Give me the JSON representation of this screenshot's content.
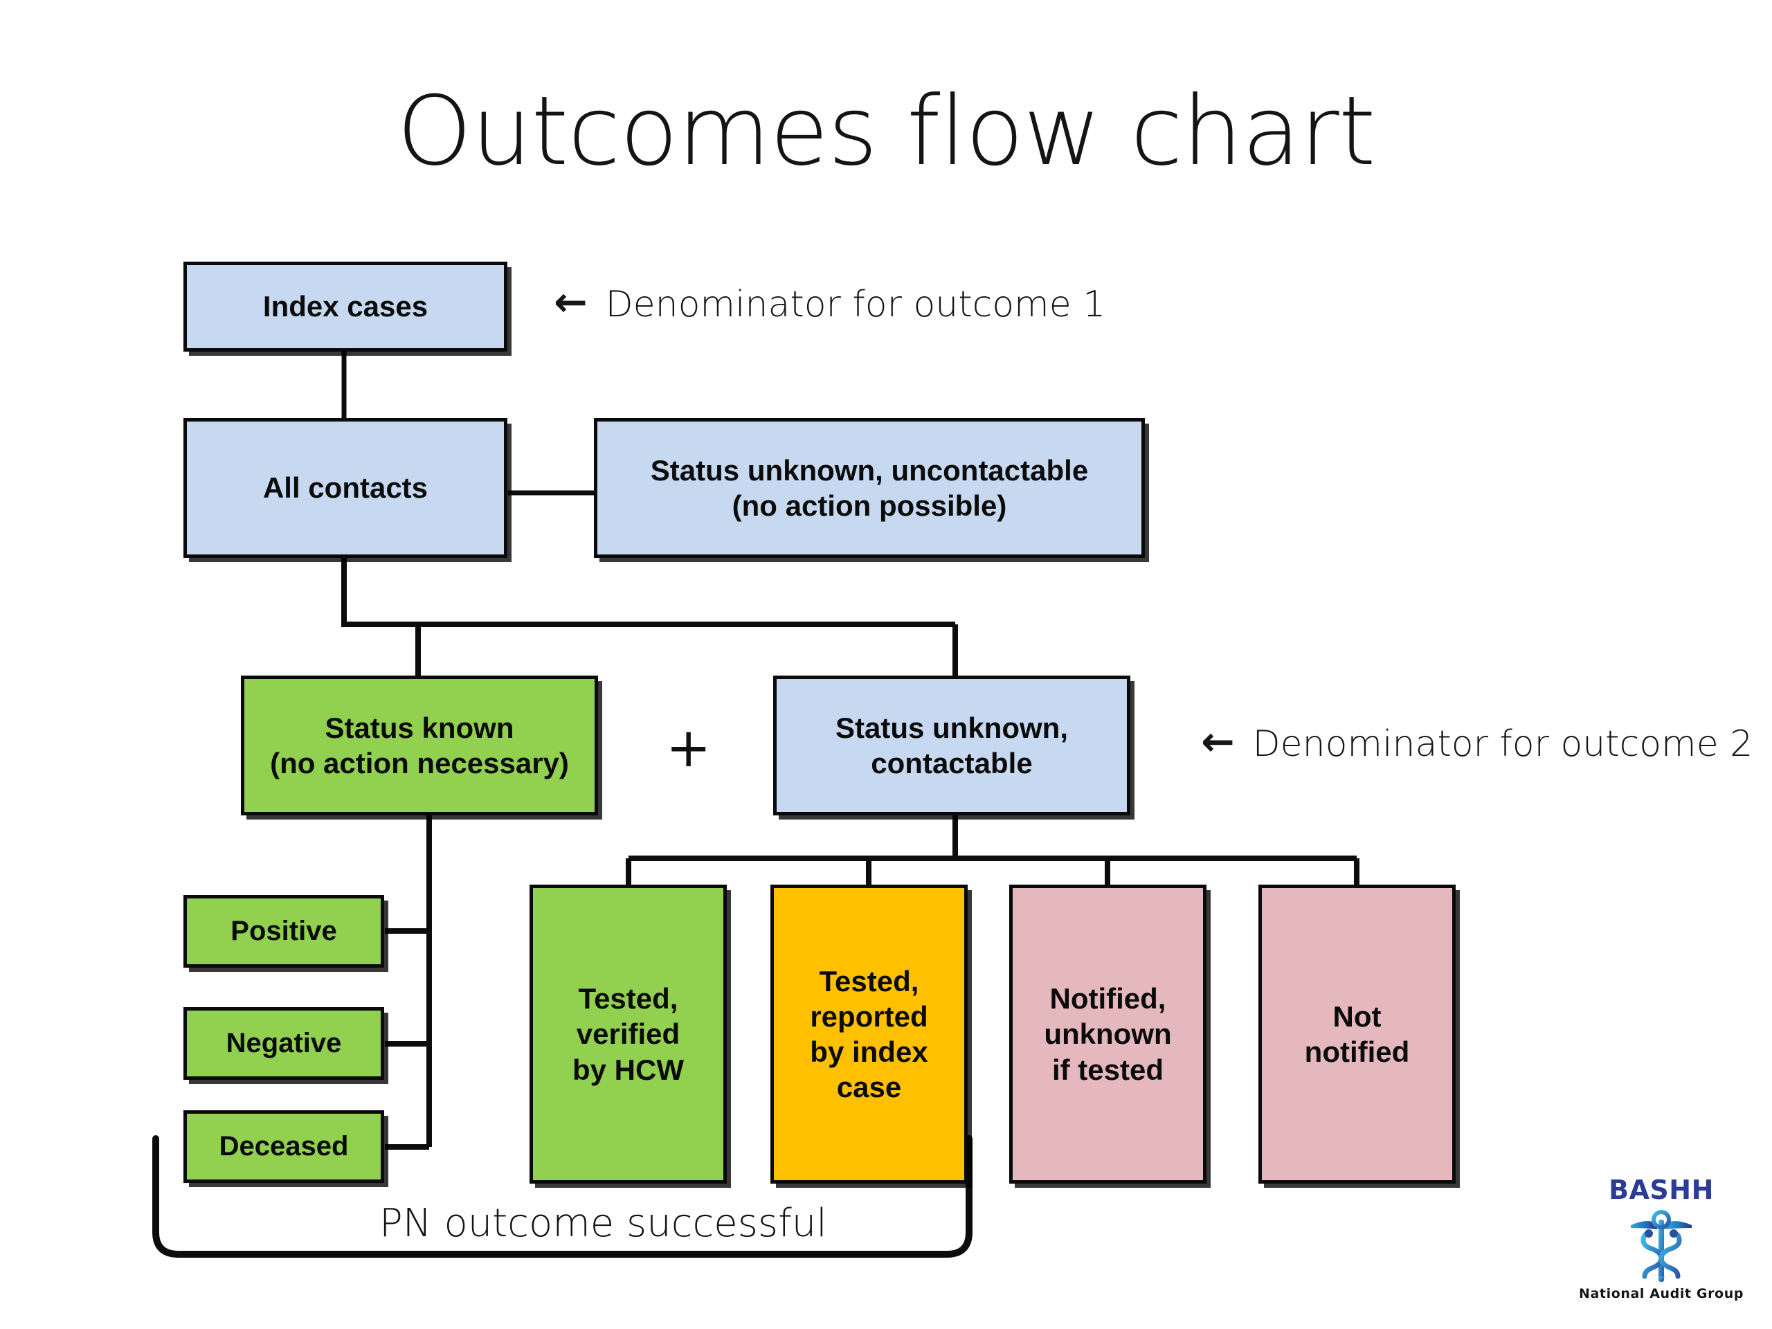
{
  "title": "Outcomes flow chart",
  "colors": {
    "blue": "#c6d9f0",
    "green": "#92d14f",
    "amber": "#ffc000",
    "pink": "#e5b8bd",
    "border": "#0a0a0a",
    "background": "#ffffff",
    "logo_blue": "#2b3b96"
  },
  "nodes": {
    "index_cases": "Index cases",
    "all_contacts": "All contacts",
    "status_unknown_uncontactable": "Status unknown, uncontactable\n(no action possible)",
    "status_known": "Status known\n(no action necessary)",
    "status_unknown_contactable": "Status unknown,\ncontactable",
    "positive": "Positive",
    "negative": "Negative",
    "deceased": "Deceased",
    "tested_verified_hcw": "Tested,\nverified\nby HCW",
    "tested_reported_index": "Tested,\nreported\nby index\ncase",
    "notified_unknown_if_tested": "Notified,\nunknown\nif tested",
    "not_notified": "Not\nnotified"
  },
  "annotations": {
    "arrow_glyph": "←",
    "denominator_1": "Denominator for outcome 1",
    "denominator_2": "Denominator for outcome 2",
    "plus": "+",
    "bracket_label": "PN outcome successful"
  },
  "logo": {
    "wordmark": "BASHH",
    "tagline": "National Audit Group",
    "symbol": "caduceus-icon"
  }
}
